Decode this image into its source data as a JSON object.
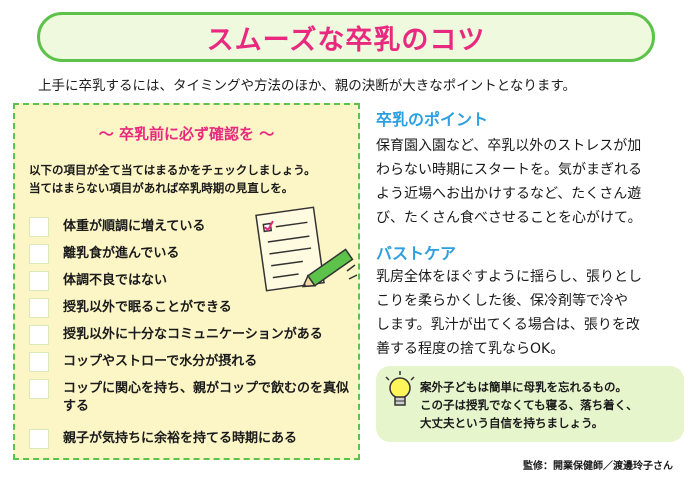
{
  "title": "スムーズな卒乳のコツ",
  "intro": "上手に卒乳するには、タイミングや方法のほか、親の決断が大きなポイントとなります。",
  "checklist": {
    "title": "～ 卒乳前に必ず確認を ～",
    "intro_lines": [
      "以下の項目が全て当てはまるかをチェックしましょう。",
      "当てはまらない項目があれば卒乳時期の見直しを。"
    ],
    "items": [
      "体重が順調に増えている",
      "離乳食が進んでいる",
      "体調不良ではない",
      "授乳以外で眠ることができる",
      "授乳以外に十分なコミュニケーションがある",
      "コップやストローで水分が摂れる",
      "コップに関心を持ち、親がコップで飲むのを真似する",
      "親子が気持ちに余裕を持てる時期にある"
    ]
  },
  "point": {
    "heading": "卒乳のポイント",
    "body_lines": [
      "保育園入園など、卒乳以外のストレスが加",
      "わらない時期にスタートを。気がまぎれる",
      "よう近場へお出かけするなど、たくさん遊",
      "び、たくさん食べさせることを心がけて。"
    ]
  },
  "bust": {
    "heading": "バストケア",
    "body_lines": [
      "乳房全体をほぐすように揺らし、張りとし",
      "こりを柔らかくした後、保冷剤等で冷や",
      "します。乳汁が出てくる場合は、張りを改",
      "善する程度の捨て乳ならOK。"
    ]
  },
  "tip": {
    "lines": [
      "案外子どもは簡単に母乳を忘れるもの。",
      "この子は授乳でなくても寝る、落ち着く、",
      "大丈夫という自信を持ちましょう。"
    ]
  },
  "credit": "監修：開業保健師／渡邊玲子さん",
  "colors": {
    "accent_pink": "#e8297f",
    "green": "#5cc24a",
    "blue": "#2d9fe0",
    "checklist_bg": "#fcf6c6"
  }
}
